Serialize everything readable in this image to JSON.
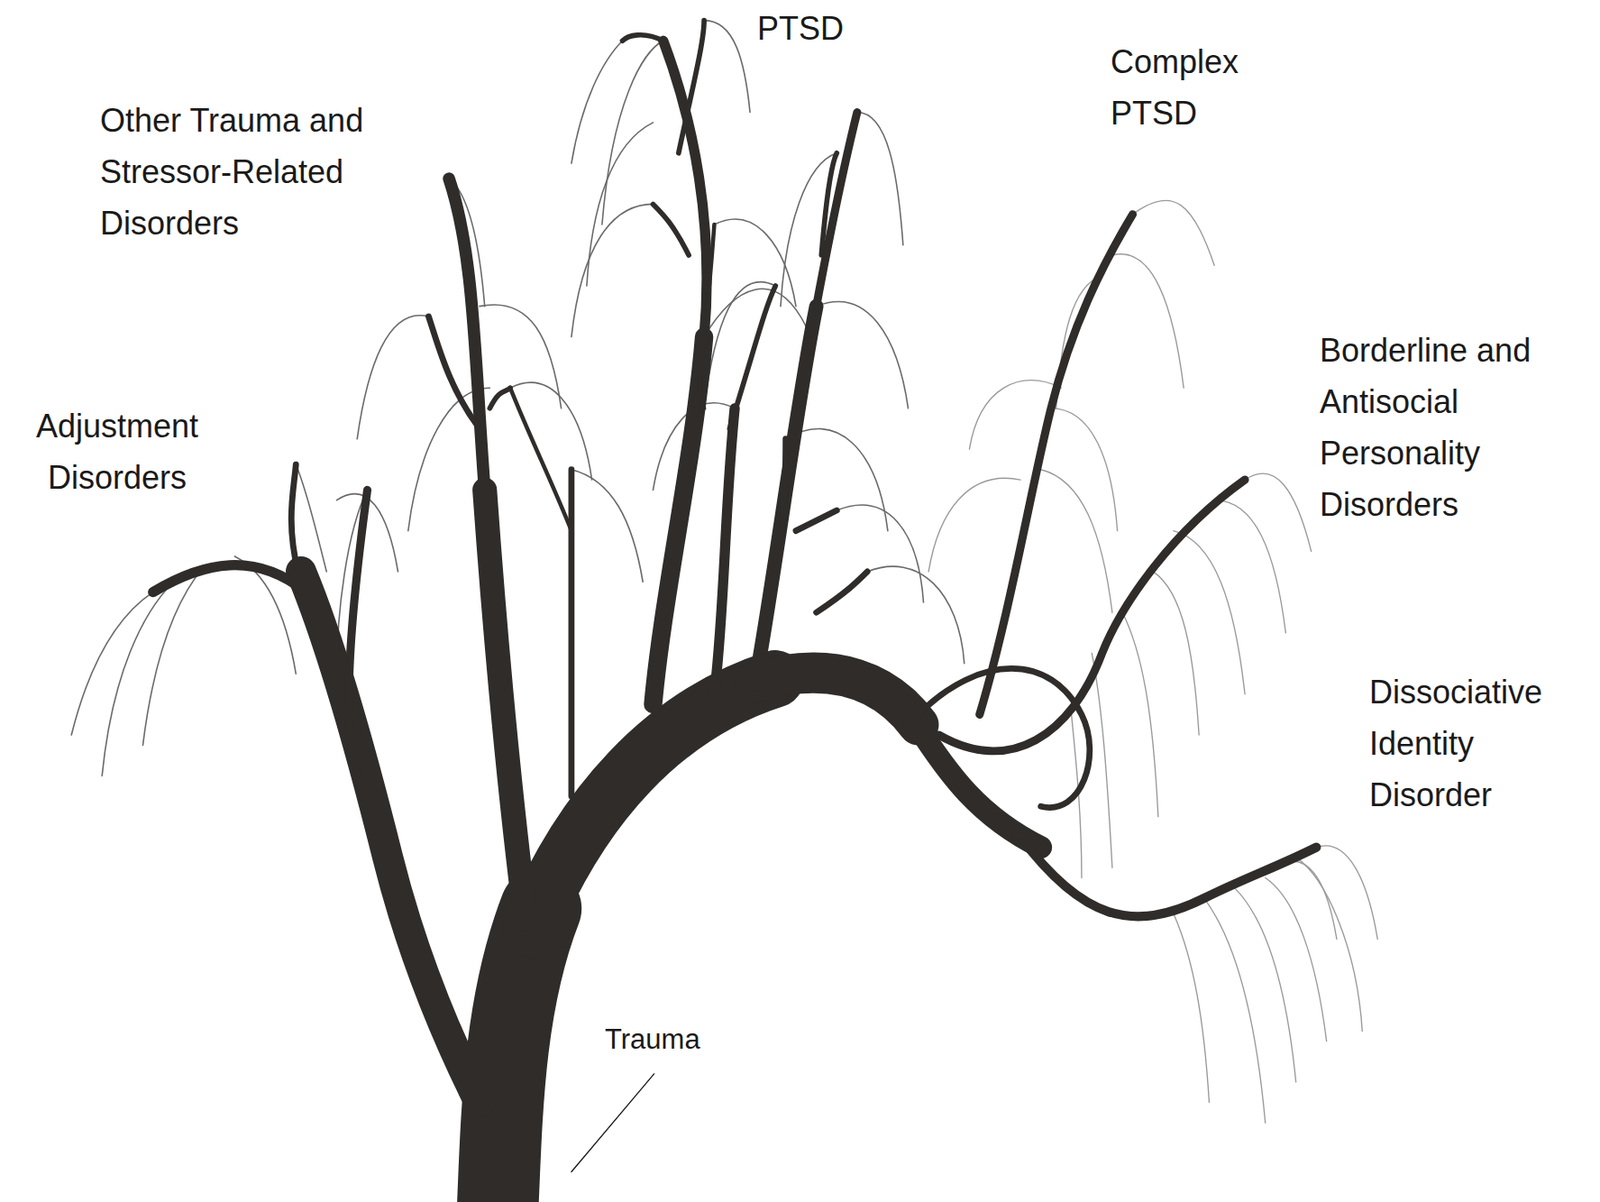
{
  "diagram": {
    "labels": [
      "PTSD",
      "Complex PTSD",
      "Other Trauma and Stressor-Related Disorders",
      "Borderline and Antisocial Personality Disorders",
      "Adjustment Disorders",
      "Dissociative Identity Disorder",
      "Trauma"
    ]
  }
}
